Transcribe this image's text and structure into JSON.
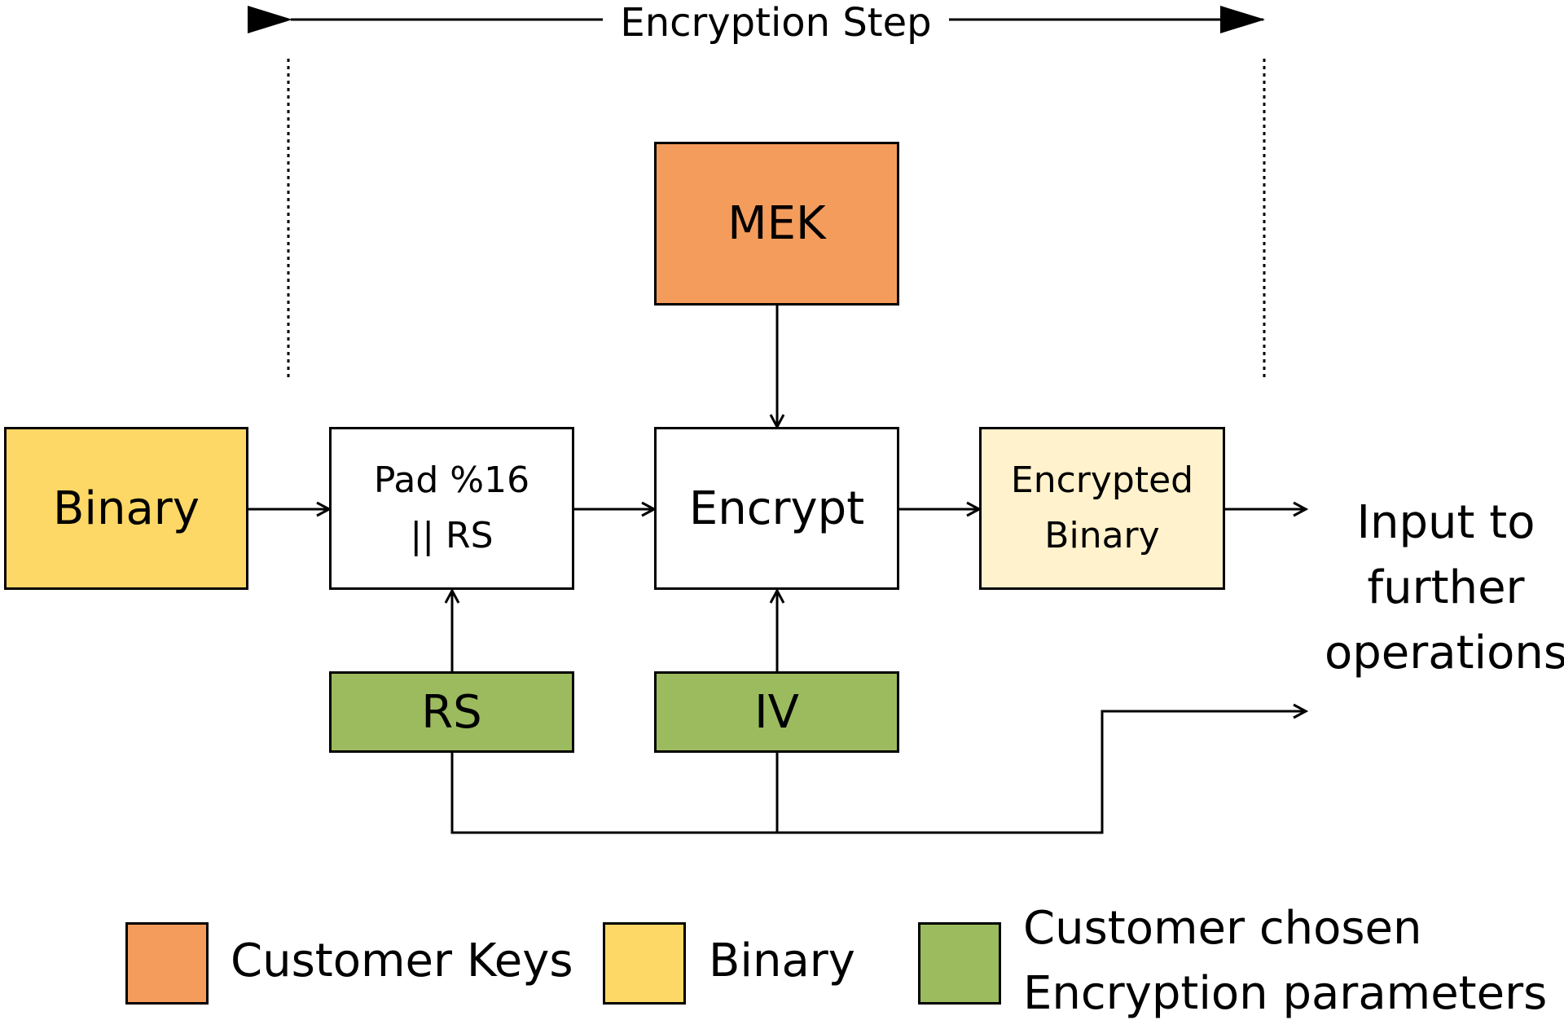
{
  "header": {
    "title": "Encryption Step"
  },
  "nodes": {
    "binary": "Binary",
    "pad": {
      "line1": "Pad %16",
      "line2": "|| RS"
    },
    "mek": "MEK",
    "encrypt": "Encrypt",
    "encrypted_binary": {
      "line1": "Encrypted",
      "line2": "Binary"
    },
    "rs": "RS",
    "iv": "IV"
  },
  "output_note": {
    "line1": "Input to",
    "line2": "further",
    "line3": "operations"
  },
  "legend": {
    "customer_keys": "Customer Keys",
    "binary": "Binary",
    "params_line1": "Customer chosen",
    "params_line2": "Encryption parameters"
  },
  "colors": {
    "customer_keys": "#F49C5C",
    "binary": "#FDD866",
    "encrypted_binary": "#FFF2CC",
    "parameters": "#9BBB5E",
    "plain": "#FFFFFF"
  }
}
